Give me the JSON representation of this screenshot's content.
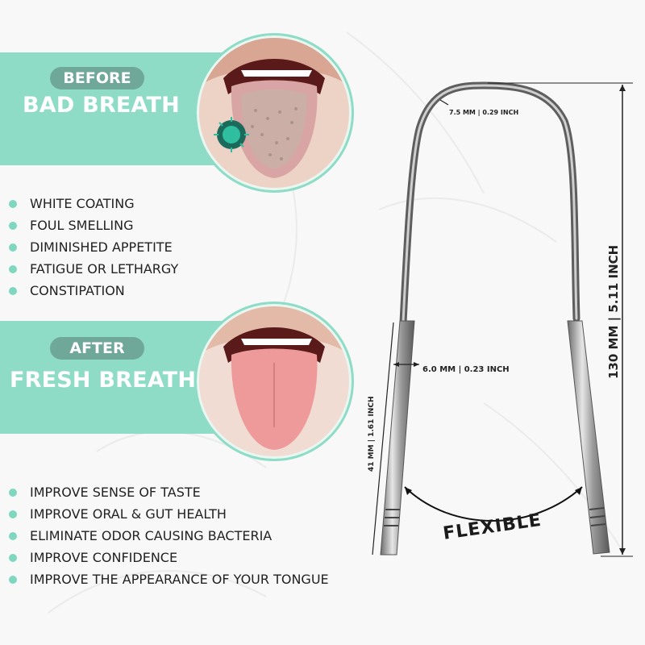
{
  "before": {
    "pill": "BEFORE",
    "heading": "BAD BREATH",
    "symptoms": [
      "WHITE COATING",
      "FOUL SMELLING",
      "DIMINISHED APPETITE",
      "FATIGUE OR LETHARGY",
      "CONSTIPATION"
    ]
  },
  "after": {
    "pill": "AFTER",
    "heading": "FRESH BREATH",
    "benefits": [
      "IMPROVE SENSE OF TASTE",
      "IMPROVE ORAL & GUT HEALTH",
      "ELIMINATE ODOR CAUSING BACTERIA",
      "IMPROVE CONFIDENCE",
      "IMPROVE THE APPEARANCE OF YOUR TONGUE"
    ]
  },
  "dimensions": {
    "top_width": "7.5 MM | 0.29 INCH",
    "handle_width": "6.0 MM | 0.23 INCH",
    "handle_length": "41 MM | 1.61 INCH",
    "total_length": "130 MM | 5.11 INCH",
    "flex_label": "FLEXIBLE"
  },
  "colors": {
    "band": "#8fdcc6",
    "pill": "#6fa798",
    "bullet": "#7fd7bf",
    "steel": "#9a9a9a"
  }
}
